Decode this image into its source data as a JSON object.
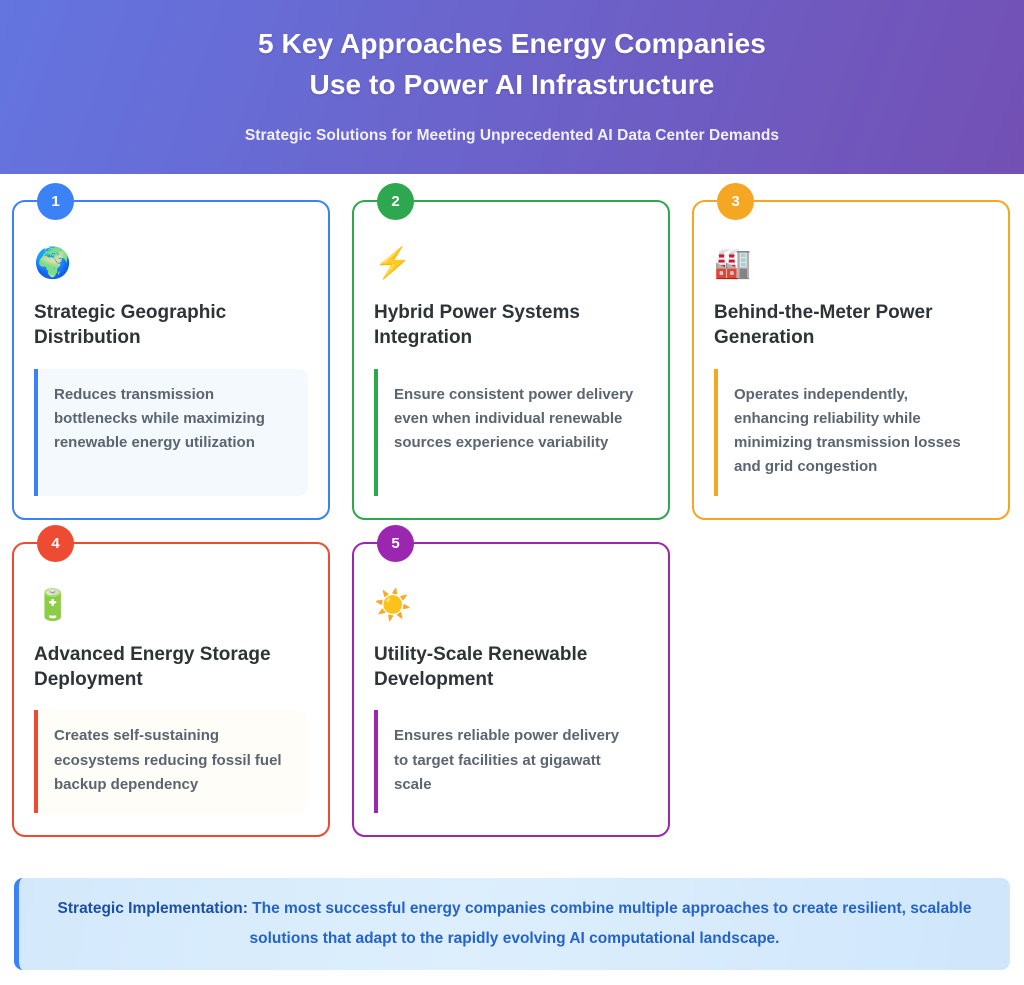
{
  "header": {
    "title_line1": "5 Key Approaches Energy Companies",
    "title_line2": "Use to Power AI Infrastructure",
    "subtitle": "Strategic Solutions for Meeting Unprecedented AI Data Center Demands",
    "gradient_start": "#6475E0",
    "gradient_end": "#7350B4"
  },
  "cards": [
    {
      "number": "1",
      "icon": "globe-icon",
      "icon_glyph": "🌍",
      "title": "Strategic Geographic Distribution",
      "description": "Reduces transmission bottlenecks while maximizing renewable energy utilization",
      "color": "#3B82F6",
      "tint": "#f4f9fe"
    },
    {
      "number": "2",
      "icon": "lightning-bolt-icon",
      "icon_glyph": "⚡",
      "title": "Hybrid Power Systems Integration",
      "description": "Ensure consistent power delivery even when individual renewable sources experience variability",
      "color": "#2EA84F",
      "tint": "#ffffff"
    },
    {
      "number": "3",
      "icon": "factory-icon",
      "icon_glyph": "🏭",
      "title": "Behind-the-Meter Power Generation",
      "description": "Operates independently, enhancing reliability while minimizing transmission losses and grid congestion",
      "color": "#F5A623",
      "tint": "#ffffff"
    },
    {
      "number": "4",
      "icon": "battery-icon",
      "icon_glyph": "🔋",
      "title": "Advanced Energy Storage Deployment",
      "description": "Creates self-sustaining ecosystems reducing fossil fuel backup dependency",
      "color": "#EE4B33",
      "tint": "#fffdf7"
    },
    {
      "number": "5",
      "icon": "sun-icon",
      "icon_glyph": "☀️",
      "title": "Utility-Scale Renewable Development",
      "description": "Ensures reliable power delivery to target facilities at gigawatt scale",
      "color": "#9B27B0",
      "tint": "#ffffff"
    }
  ],
  "footer": {
    "lead": "Strategic Implementation:",
    "body": " The most successful energy companies combine multiple approaches to create resilient, scalable solutions that adapt to the rapidly evolving AI computational landscape.",
    "accent_color": "#3B82F6",
    "text_color": "#2563C8"
  }
}
